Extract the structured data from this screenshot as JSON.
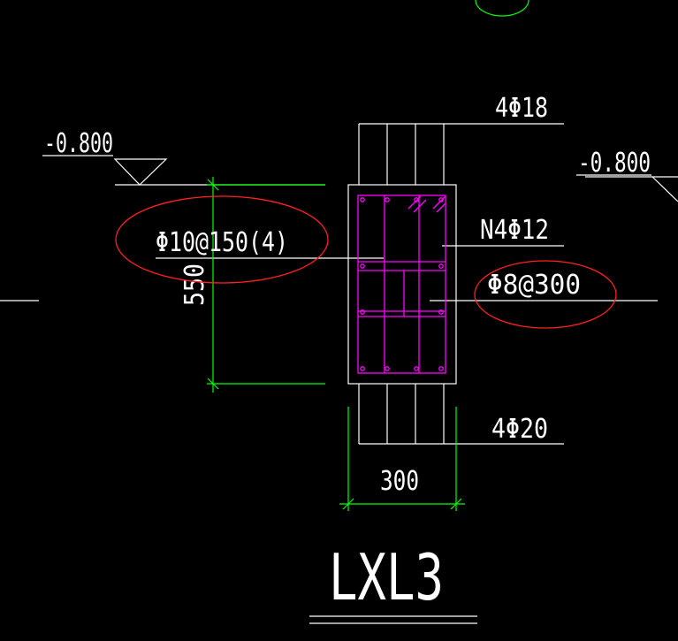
{
  "drawing": {
    "title": "LXL3",
    "elevation_left": "-0.800",
    "elevation_right": "-0.800",
    "top_rebar": "4Φ18",
    "side_rebar": "N4Φ12",
    "bottom_rebar": "4Φ20",
    "stirrup_main": "Φ10@150(4)",
    "stirrup_tie": "Φ8@300",
    "dim_height": "550",
    "dim_width": "300"
  },
  "colors": {
    "background": "#000000",
    "line_white": "#ffffff",
    "dimension_green": "#00ff00",
    "rebar_magenta": "#ff00ff",
    "highlight_red": "#ff2020"
  }
}
